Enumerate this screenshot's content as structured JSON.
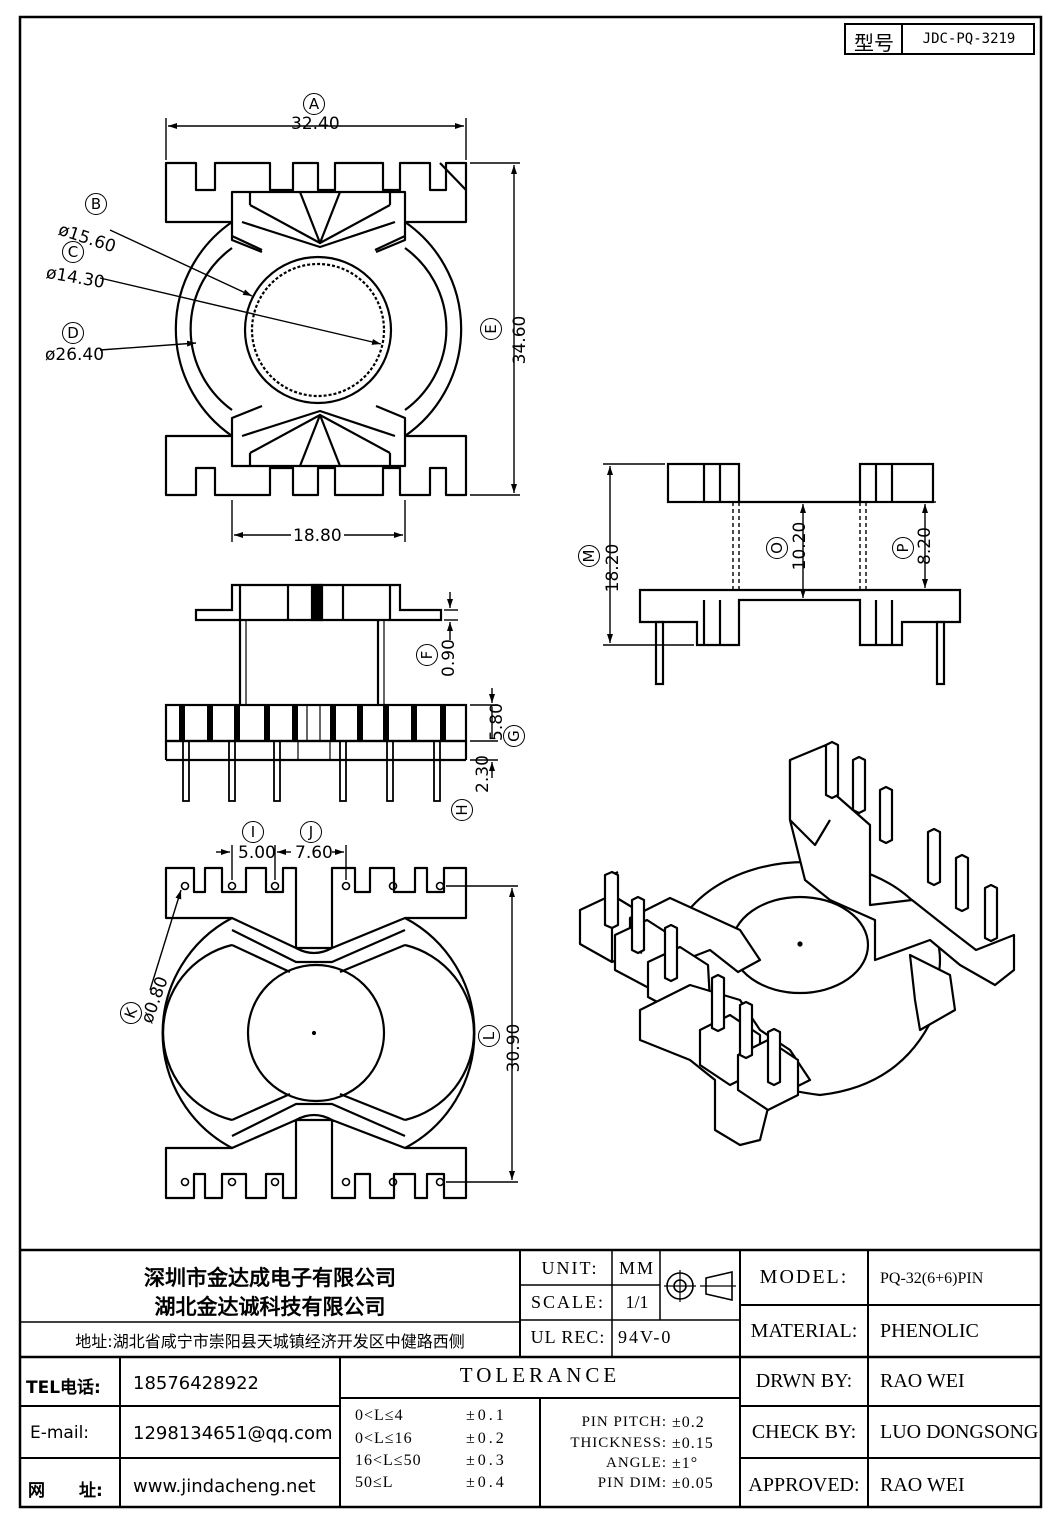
{
  "model_box": {
    "label": "型号",
    "value": "JDC-PQ-3219"
  },
  "dims": {
    "A": {
      "letter": "A",
      "value": "32.40"
    },
    "B": {
      "letter": "B",
      "value": "ø15.60"
    },
    "C": {
      "letter": "C",
      "value": "ø14.30"
    },
    "D": {
      "letter": "D",
      "value": "ø26.40"
    },
    "E": {
      "letter": "E",
      "value": "34.60"
    },
    "w1880": {
      "value": "18.80"
    },
    "F": {
      "letter": "F",
      "value": "0.90"
    },
    "G": {
      "letter": "G",
      "value": "5.80"
    },
    "H": {
      "letter": "H",
      "value": "2.30"
    },
    "I": {
      "letter": "I",
      "value": "5.00"
    },
    "J": {
      "letter": "J",
      "value": "7.60"
    },
    "K": {
      "letter": "K",
      "value": "ø0.80"
    },
    "L": {
      "letter": "L",
      "value": "30.90"
    },
    "M": {
      "letter": "M",
      "value": "18.20"
    },
    "O": {
      "letter": "O",
      "value": "10.20"
    },
    "P": {
      "letter": "P",
      "value": "8.20"
    }
  },
  "company": {
    "name1": "深圳市金达成电子有限公司",
    "name2": "湖北金达诚科技有限公司",
    "address": "地址:湖北省咸宁市崇阳县天城镇经济开发区中健路西侧",
    "tel_label": "TEL电话:",
    "tel": "18576428922",
    "email_label": "E-mail:",
    "email": "1298134651@qq.com",
    "web_label": "网　　址:",
    "web": "www.jindacheng.net"
  },
  "spec": {
    "unit_label": "UNIT:",
    "unit": "MM",
    "scale_label": "SCALE:",
    "scale": "1/1",
    "ulrec_label": "UL REC:",
    "ulrec": "94V-0",
    "tolerance_title": "TOLERANCE",
    "tol_rows": [
      {
        "range": "0<L≤4",
        "value": "±0.1"
      },
      {
        "range": "0<L≤16",
        "value": "±0.2"
      },
      {
        "range": "16<L≤50",
        "value": "±0.3"
      },
      {
        "range": "50≤L",
        "value": "±0.4"
      }
    ],
    "tol2_rows": [
      {
        "label": "PIN PITCH:",
        "value": "±0.2"
      },
      {
        "label": "THICKNESS:",
        "value": "±0.15"
      },
      {
        "label": "ANGLE:",
        "value": "±1°"
      },
      {
        "label": "PIN DIM:",
        "value": "±0.05"
      }
    ]
  },
  "info": {
    "model_label": "MODEL:",
    "model": "PQ-32(6+6)PIN",
    "material_label": "MATERIAL:",
    "material": "PHENOLIC",
    "drawn_label": "DRWN BY:",
    "drawn": "RAO WEI",
    "check_label": "CHECK BY:",
    "check": "LUO DONGSONG",
    "approved_label": "APPROVED:",
    "approved": "RAO WEI"
  }
}
